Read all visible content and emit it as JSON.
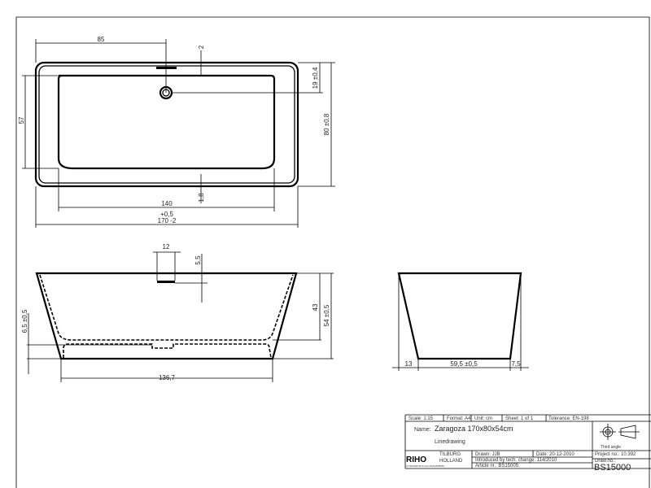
{
  "top_view": {
    "dims": {
      "half_length": "85",
      "rim": "2",
      "drain_offset": "19 ±0,4",
      "width": "80 ±0,8",
      "inner_width": "57",
      "inner_length": "140",
      "bottom_rim": "1,8",
      "length_tol": "+0,5",
      "length": "170 -2"
    }
  },
  "side_view": {
    "dims": {
      "overflow": "12",
      "overflow_depth": "5,5",
      "depth": "43",
      "height": "54 ±0,5",
      "base": "6,5 ±0,5",
      "base_length": "136,7"
    }
  },
  "end_view": {
    "dims": {
      "left": "13",
      "base_width": "59,5 ±0,5",
      "right": "7,5"
    }
  },
  "title_block": {
    "scale": "Scale: 1:15",
    "format": "Format:  A4",
    "unit": "Unit: cm",
    "sheet": "Sheet:   1 of 1",
    "tolerance": "Tolerance:   EN-198",
    "name_label": "Name:",
    "name": "Zaragoza 170x80x54cm",
    "subtitle": "Linedrawing",
    "projection": "Third angle",
    "logo": "RIHO",
    "city": "TILBURG",
    "country": "HOLLAND",
    "contact": "Tel 0031135734734  Fax 0031135355083",
    "drawn": "Drawn:   JJB",
    "date": "Date:   20-12-2010",
    "project": "Project no.:   10.392",
    "introduced": "Introduced by tech. change: 114/2010",
    "drawno_label": "Draw.no.:",
    "article": "Article nr.:   BS15005",
    "drawno": "BS15000"
  }
}
